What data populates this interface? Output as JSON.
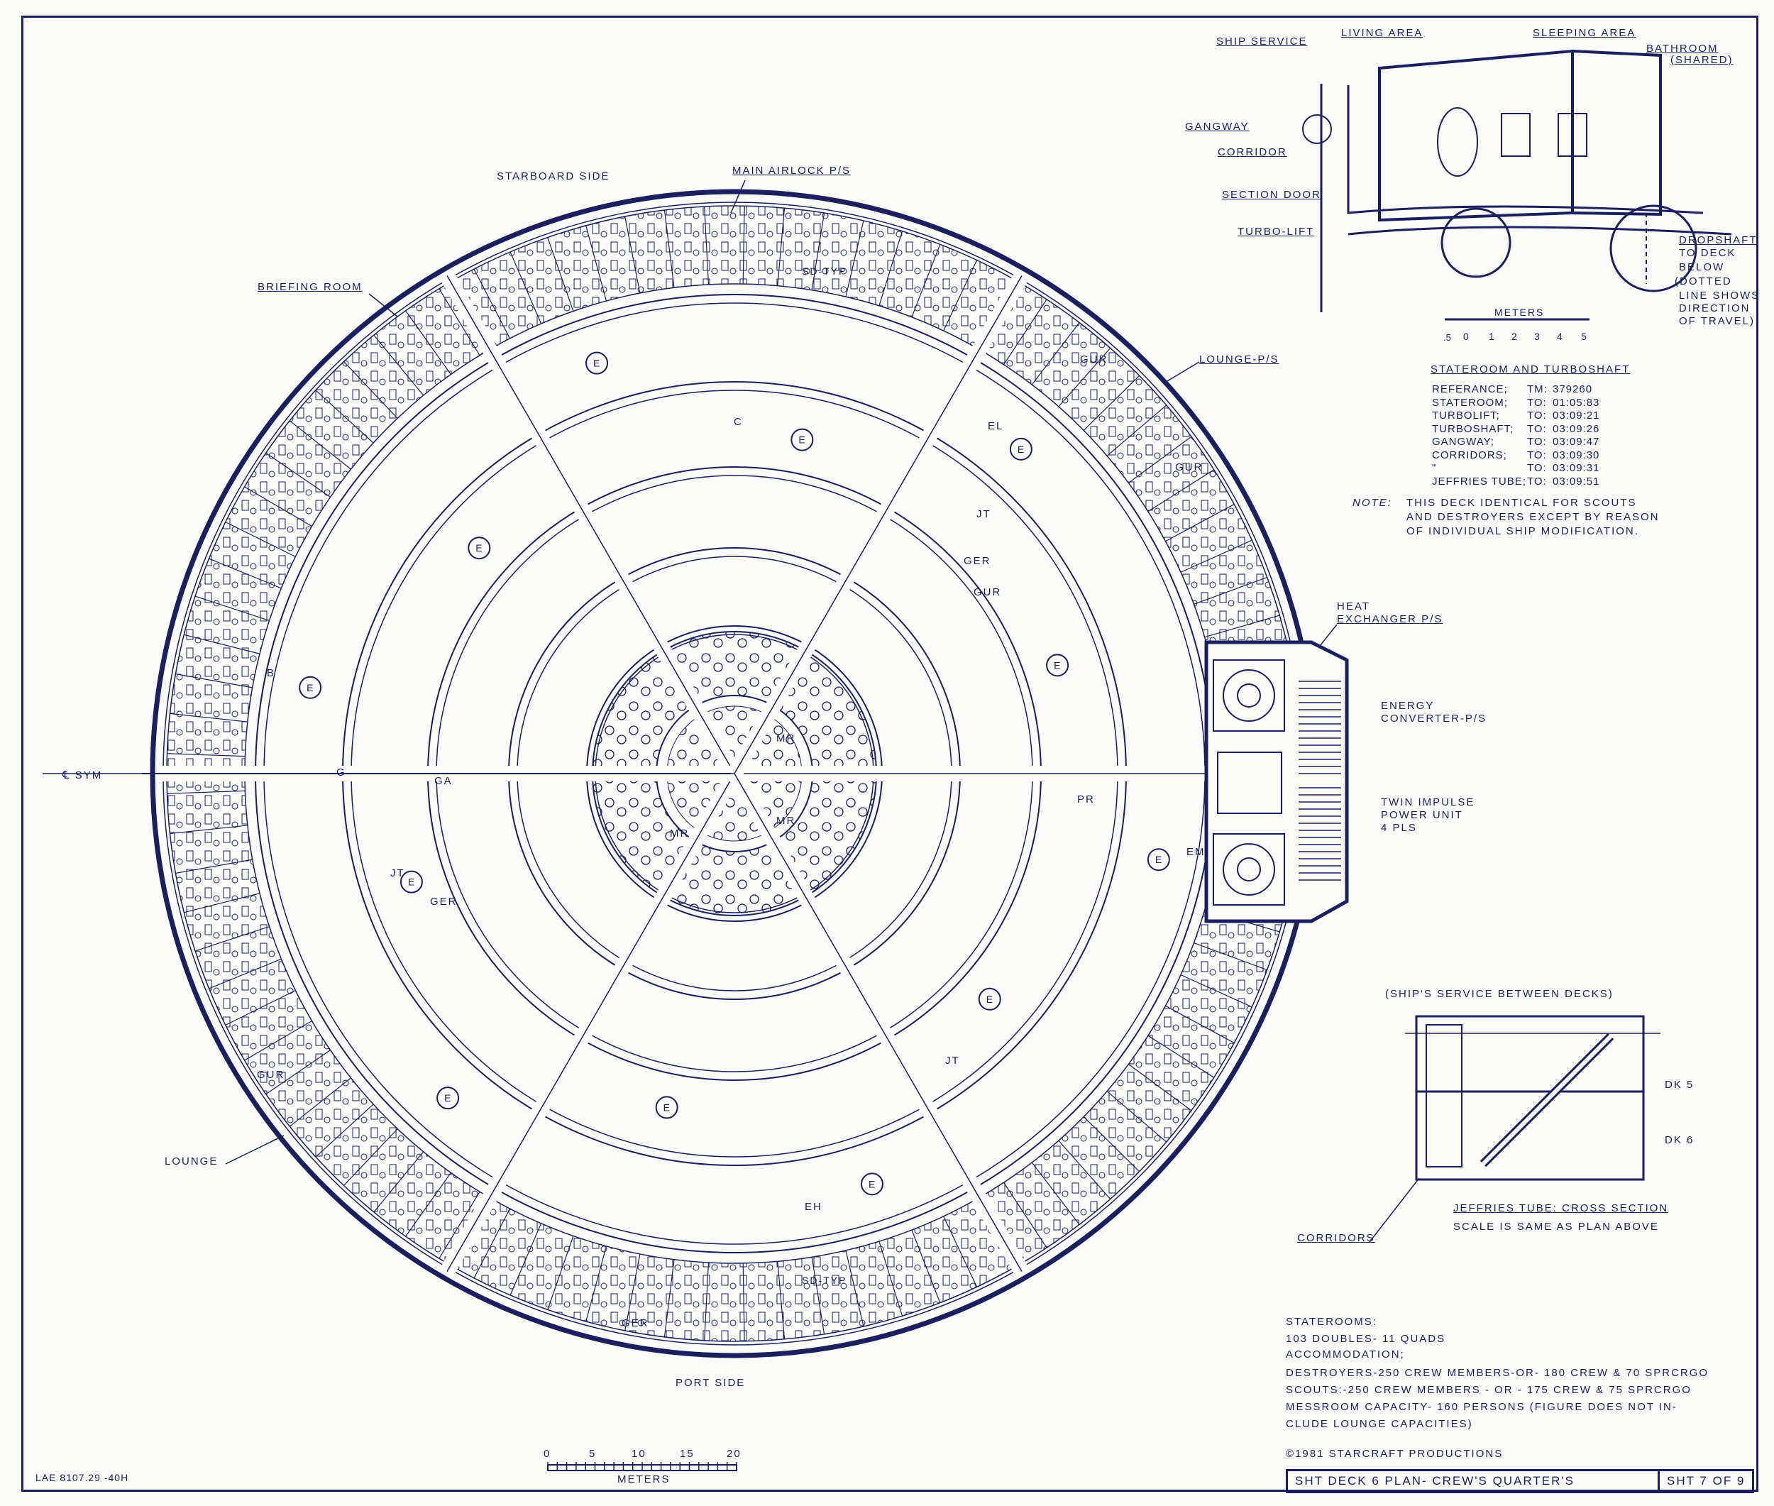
{
  "plan": {
    "starboard_side": "STARBOARD SIDE",
    "main_airlock": "MAIN AIRLOCK P/S",
    "briefing_room": "BRIEFING ROOM",
    "lounge_ps": "LOUNGE-P/S",
    "sym": "℄ SYM",
    "lounge": "LOUNGE",
    "port_side": "PORT SIDE",
    "heat_exchanger": [
      "HEAT",
      "EXCHANGER P/S"
    ],
    "energy_converter": [
      "ENERGY",
      "CONVERTER-P/S"
    ],
    "impulse": [
      "TWIN IMPULSE",
      "POWER UNIT",
      "4 PLS"
    ],
    "room_labels": {
      "sd_typ_top": "SD-TYP",
      "sd_typ_bottom": "SD-TYP",
      "gur1": "GUR",
      "gur2": "GUR",
      "gur3": "GUR",
      "gur_left": "GUR",
      "ger1": "GER",
      "ger2": "GER",
      "ger3": "GER",
      "mr1": "MR",
      "mr2": "MR",
      "mr3": "MR",
      "jt1": "JT",
      "jt2": "JT",
      "jt3": "JT",
      "pr": "PR",
      "ga": "GA",
      "el": "EL",
      "eh": "EH",
      "em": "EM",
      "c": "C",
      "g": "G",
      "e": "E",
      "b": "B"
    }
  },
  "detail": {
    "ship_service": "SHIP SERVICE",
    "living_area": "LIVING AREA",
    "sleeping_area": "SLEEPING AREA",
    "bathroom": [
      "BATHROOM",
      "(SHARED)"
    ],
    "gangway": "GANGWAY",
    "corridor": "CORRIDOR",
    "section_door": "SECTION DOOR",
    "turbo_lift": "TURBO-LIFT",
    "dropshaft": [
      "DROPSHAFT",
      "TO DECK",
      "BELOW",
      "(DOTTED",
      "LINE SHOWS",
      "DIRECTION",
      "OF TRAVEL)"
    ],
    "scale_title": "METERS",
    "scale_ticks": [
      ".5",
      "0",
      "1",
      "2",
      "3",
      "4",
      "5"
    ]
  },
  "reference": {
    "title": "STATEROOM AND TURBOSHAFT",
    "rows": [
      {
        "label": "REFERANCE;",
        "mid": "TM:",
        "value": "379260"
      },
      {
        "label": "STATEROOM;",
        "mid": "TO:",
        "value": "01:05:83"
      },
      {
        "label": "TURBOLIFT;",
        "mid": "TO:",
        "value": "03:09:21"
      },
      {
        "label": "TURBOSHAFT;",
        "mid": "TO:",
        "value": "03:09:26"
      },
      {
        "label": "GANGWAY;",
        "mid": "TO:",
        "value": "03:09:47"
      },
      {
        "label": "CORRIDORS;",
        "mid": "TO:",
        "value": "03:09:30"
      },
      {
        "label": "\"",
        "mid": "TO:",
        "value": "03:09:31"
      },
      {
        "label": "JEFFRIES TUBE;",
        "mid": "TO:",
        "value": "03:09:51"
      }
    ],
    "note_label": "NOTE:",
    "note_lines": [
      "THIS DECK IDENTICAL FOR SCOUTS",
      "AND DESTROYERS EXCEPT BY REASON",
      "OF INDIVIDUAL SHIP MODIFICATION."
    ]
  },
  "section": {
    "title": "(SHIP'S SERVICE BETWEEN DECKS)",
    "dk5": "DK 5",
    "dk6": "DK 6",
    "jeffries": "JEFFRIES TUBE: CROSS SECTION",
    "scale_note": "SCALE IS SAME AS PLAN ABOVE",
    "corridors": "CORRIDORS"
  },
  "specs": {
    "lines": [
      "STATEROOMS:",
      "103 DOUBLES- 11 QUADS",
      "ACCOMMODATION;",
      "DESTROYERS-250 CREW MEMBERS-OR- 180 CREW & 70 SPRCRGO",
      "SCOUTS:-250 CREW MEMBERS - OR - 175 CREW & 75 SPRCRGO",
      "MESSROOM CAPACITY- 160 PERSONS (FIGURE DOES NOT IN-",
      "CLUDE LOUNGE CAPACITIES)"
    ],
    "copyright": "©1981 STARCRAFT PRODUCTIONS"
  },
  "title_block": {
    "sheet_title": "SHT DECK 6 PLAN- CREW'S QUARTER'S",
    "sheet_number": "SHT 7 OF 9"
  },
  "scale_bar": {
    "ticks": [
      "0",
      "5",
      "10",
      "15",
      "20"
    ],
    "unit": "METERS"
  },
  "drawing_id": "LAE 8107.29 -40H"
}
